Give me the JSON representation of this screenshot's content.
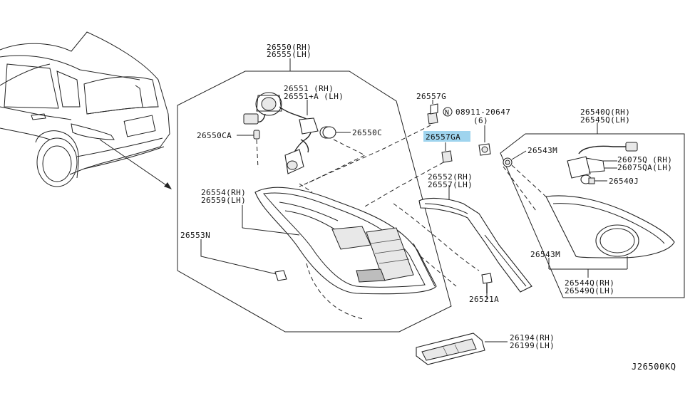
{
  "labels": {
    "p26550": "26550(RH)",
    "p26555": "26555(LH)",
    "p26551": "26551  (RH)",
    "p26551a": "26551+A (LH)",
    "p26550ca": "26550CA",
    "p26550c": "26550C",
    "p26557g": "26557G",
    "p26557ga": "26557GA",
    "p08911": "08911-20647",
    "p08911qty": "(6)",
    "p08911sym": "N",
    "p26540q": "26540Q(RH)",
    "p26545q": "26545Q(LH)",
    "p26543m_top": "26543M",
    "p26075q": "26075Q (RH)",
    "p26075qa": "26075QA(LH)",
    "p26540j": "26540J",
    "p26554": "26554(RH)",
    "p26559": "26559(LH)",
    "p26553n": "26553N",
    "p26552": "26552(RH)",
    "p26557": "26557(LH)",
    "p26543m_bot": "26543M",
    "p26544q": "26544Q(RH)",
    "p26549q": "26549Q(LH)",
    "p26521a": "26521A",
    "p26194": "26194(RH)",
    "p26199": "26199(LH)",
    "diagram_code": "J26500KQ"
  },
  "highlight_color": "#9fd4ee"
}
